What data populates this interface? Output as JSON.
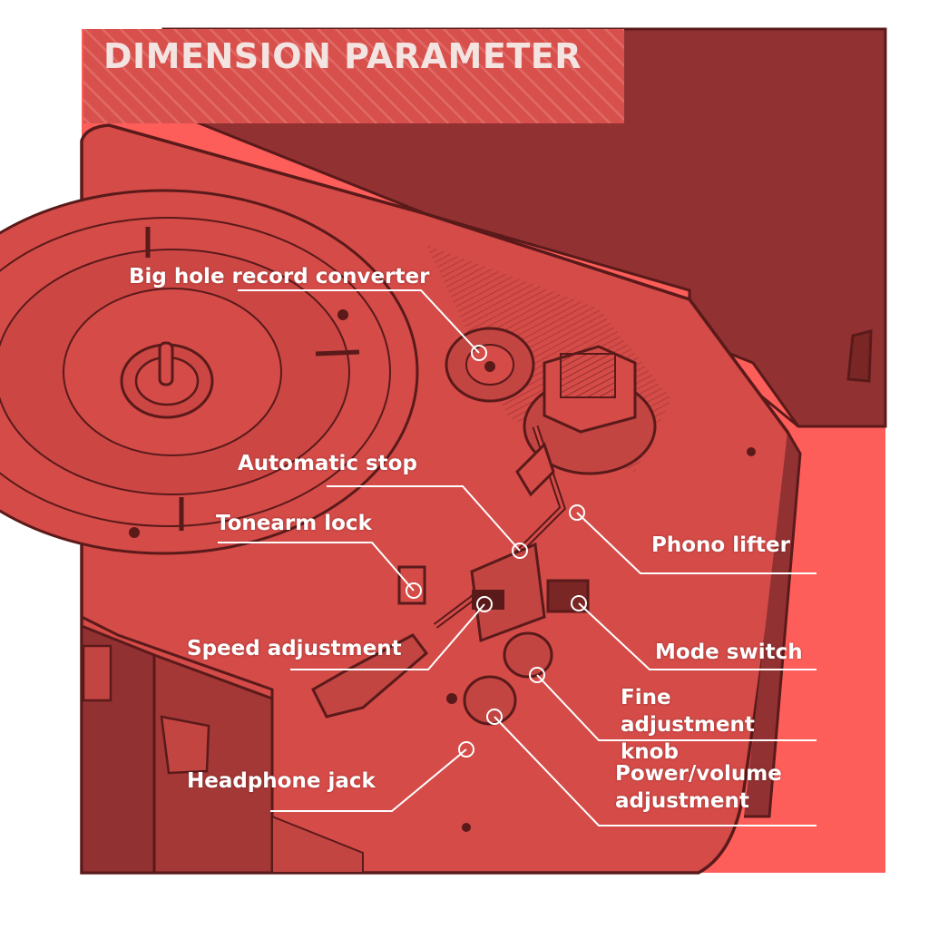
{
  "title": "DIMENSION PARAMETER",
  "colors": {
    "background": "#fd5e5a",
    "case_dark": "#913132",
    "panel": "#d44b48",
    "line_art": "#5a1a1a",
    "callout": "#ffffff",
    "heading_text": "#f4e4e1"
  },
  "callouts": {
    "big_hole_record_converter": "Big hole record converter",
    "automatic_stop": "Automatic stop",
    "tonearm_lock": "Tonearm lock",
    "phono_lifter": "Phono lifter",
    "speed_adjustment": "Speed adjustment",
    "mode_switch": "Mode switch",
    "fine_adjustment_knob": "Fine adjustment knob",
    "power_volume_adjustment": "Power/volume adjustment",
    "headphone_jack": "Headphone jack"
  }
}
